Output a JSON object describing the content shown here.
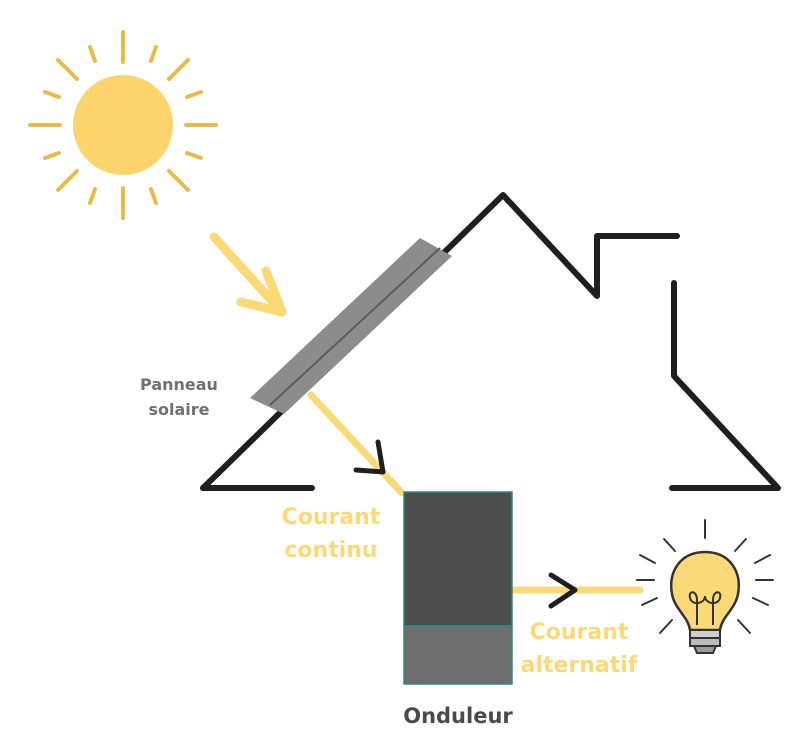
{
  "labels": {
    "panneau_line1": "Panneau",
    "panneau_line2": "solaire",
    "dc_line1": "Courant",
    "dc_line2": "continu",
    "ac_line1": "Courant",
    "ac_line2": "alternatif",
    "onduleur": "Onduleur"
  },
  "icons": [
    "sun-icon",
    "sunlight-arrow-icon",
    "solar-panel-icon",
    "house-outline-icon",
    "inverter-icon",
    "light-bulb-icon"
  ],
  "colors": {
    "sun": "#fdd46c",
    "flow": "#fcd977",
    "outline": "#1f1f1f",
    "panel": "#8a8a8a",
    "inverter_top": "#4d4d4d",
    "inverter_bottom": "#6e6e6e",
    "inverter_border": "#2b8a86",
    "label_gray": "#707070"
  }
}
